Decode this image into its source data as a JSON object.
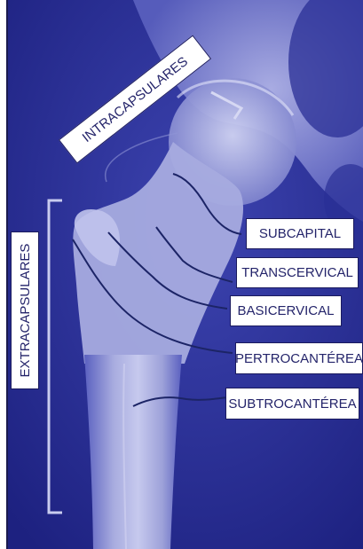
{
  "labels": {
    "intracapsulares": "INTRACAPSULARES",
    "extracapsulares": "EXTRACAPSULARES",
    "subcapital": "SUBCAPITAL",
    "transcervical": "TRANSCERVICAL",
    "basicervical": "BASICERVICAL",
    "pertrocanterea": "PERTROCANTÉREA",
    "subtrocanterea": "SUBTROCANTÉREA"
  },
  "colors": {
    "background": "#2a2f96",
    "bone": "#b9bde8",
    "fracture_line": "#1c2466",
    "label_border": "#1a1a5e",
    "label_text": "#24246a"
  }
}
